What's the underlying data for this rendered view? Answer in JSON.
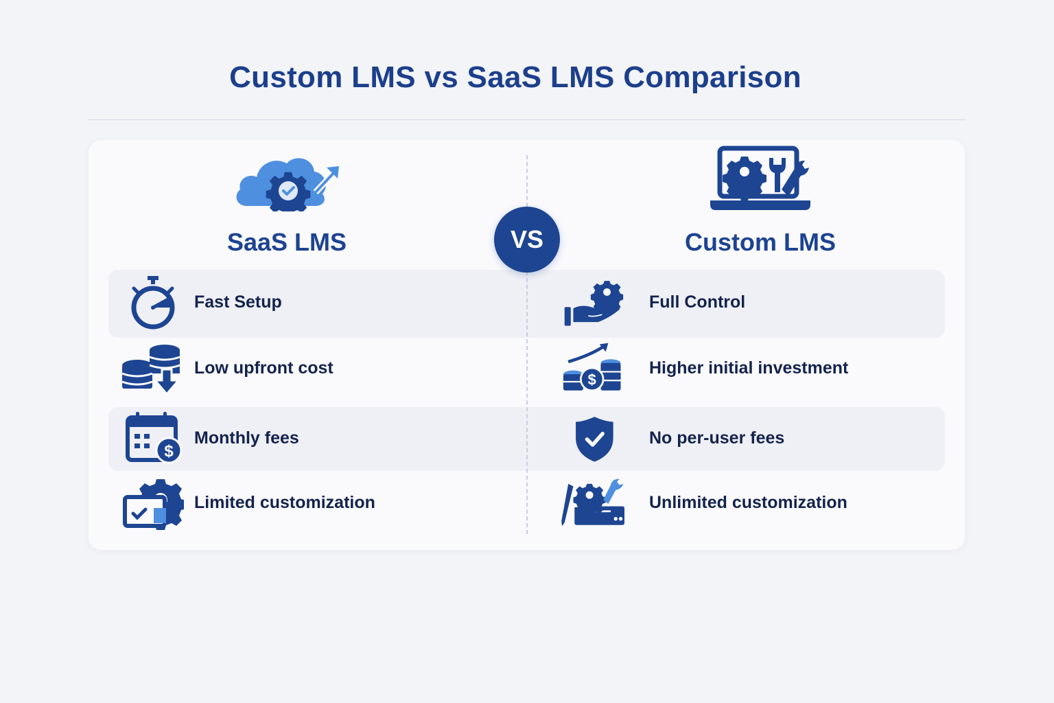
{
  "title": "Custom LMS vs SaaS LMS Comparison",
  "vs_label": "VS",
  "colors": {
    "primary": "#1d4592",
    "accent_light": "#4f8fe0",
    "text_dark": "#14234d",
    "band_bg": "#eff0f5",
    "card_bg": "#fafafd",
    "page_bg": "#f3f4f7"
  },
  "left_column": {
    "heading": "SaaS LMS",
    "header_icon": "cloud-gear-check-arrow-icon",
    "items": [
      {
        "label": "Fast Setup",
        "icon": "stopwatch-icon"
      },
      {
        "label": "Low upfront cost",
        "icon": "coins-down-arrow-icon"
      },
      {
        "label": "Monthly fees",
        "icon": "calendar-dollar-icon"
      },
      {
        "label": "Limited customization",
        "icon": "window-gear-check-icon"
      }
    ]
  },
  "right_column": {
    "heading": "Custom LMS",
    "header_icon": "laptop-gear-wrench-icon",
    "items": [
      {
        "label": "Full Control",
        "icon": "hand-gear-icon"
      },
      {
        "label": "Higher initial investment",
        "icon": "coins-dollar-up-arrow-icon"
      },
      {
        "label": "No per-user fees",
        "icon": "shield-check-icon"
      },
      {
        "label": "Unlimited customization",
        "icon": "pencil-gear-wrench-icon"
      }
    ]
  }
}
